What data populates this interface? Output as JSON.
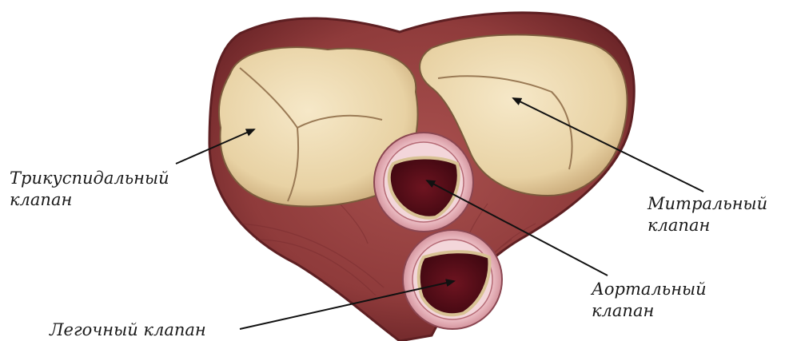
{
  "labels": {
    "tricuspid": {
      "line1": "Трикуспидальный",
      "line2": "клапан"
    },
    "mitral": {
      "line1": "Митральный",
      "line2": "клапан"
    },
    "aortic": {
      "line1": "Аортальный",
      "line2": "клапан"
    },
    "pulmonary": {
      "line1": "Легочный клапан"
    }
  },
  "colors": {
    "tissue": "#8f3b3b",
    "tissue_dark": "#5e1f22",
    "leaflet": "#ecd9b0",
    "lumen": "#5a0b14",
    "ring": "#e7b7bf",
    "arrow": "#111111"
  }
}
